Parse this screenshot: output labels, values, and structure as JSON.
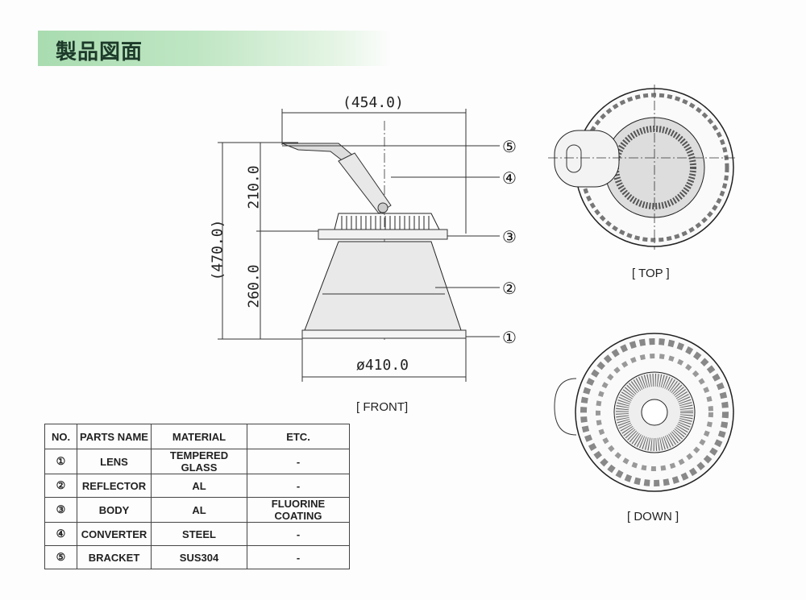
{
  "header": {
    "title": "製品図面"
  },
  "front_view": {
    "label": "[ FRONT]",
    "dims": {
      "width_top": "(454.0)",
      "height_total": "(470.0)",
      "upper": "210.0",
      "lower": "260.0",
      "diameter": "ø410.0"
    },
    "callouts": [
      "①",
      "②",
      "③",
      "④",
      "⑤"
    ]
  },
  "top_view": {
    "label": "[ TOP ]"
  },
  "down_view": {
    "label": "[ DOWN ]"
  },
  "parts_table": {
    "headers": [
      "NO.",
      "PARTS NAME",
      "MATERIAL",
      "ETC."
    ],
    "rows": [
      [
        "①",
        "LENS",
        "TEMPERED GLASS",
        "-"
      ],
      [
        "②",
        "REFLECTOR",
        "AL",
        "-"
      ],
      [
        "③",
        "BODY",
        "AL",
        "FLUORINE COATING"
      ],
      [
        "④",
        "CONVERTER",
        "STEEL",
        "-"
      ],
      [
        "⑤",
        "BRACKET",
        "SUS304",
        "-"
      ]
    ]
  }
}
